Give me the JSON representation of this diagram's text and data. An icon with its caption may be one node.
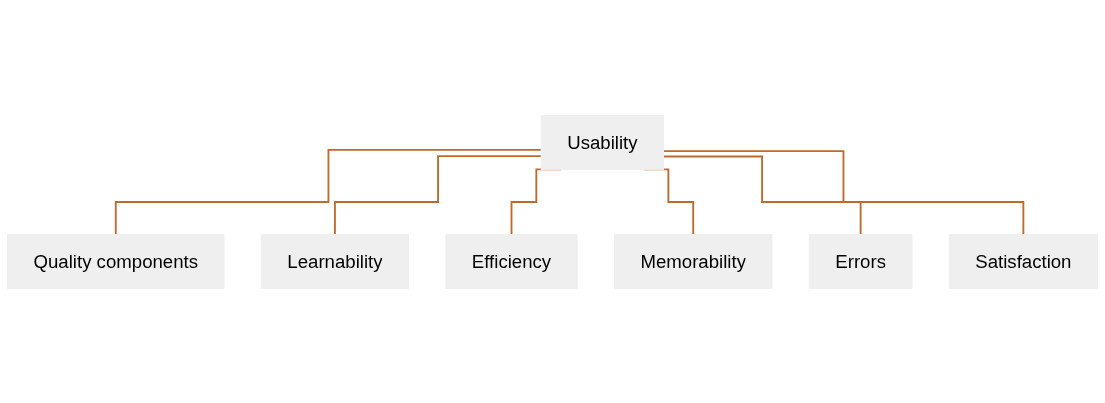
{
  "diagram": {
    "nodes": [
      {
        "text": [
          "Usability"
        ]
      },
      {
        "text": [
          "Quality components"
        ]
      },
      {
        "text": [
          "Learnability"
        ]
      },
      {
        "text": [
          "Efficiency"
        ]
      },
      {
        "text": [
          "Memorability"
        ]
      },
      {
        "text": [
          "Errors"
        ]
      },
      {
        "text": [
          "Satisfaction"
        ]
      }
    ],
    "edges": [
      {
        "from": 0,
        "to": 1,
        "arrow": "none"
      },
      {
        "from": 0,
        "to": 2,
        "arrow": "none"
      },
      {
        "from": 0,
        "to": 3,
        "arrow": "none"
      },
      {
        "from": 0,
        "to": 4,
        "arrow": "none"
      },
      {
        "from": 0,
        "to": 5,
        "arrow": "none"
      },
      {
        "from": 0,
        "to": 6,
        "arrow": "none"
      }
    ]
  }
}
